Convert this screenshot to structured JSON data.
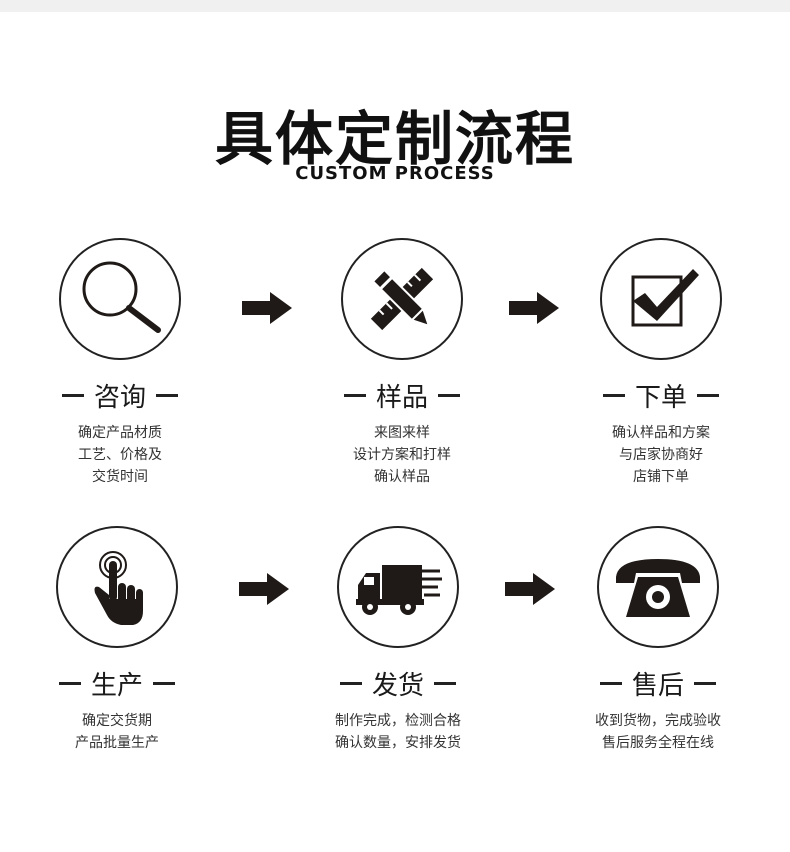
{
  "title": "具体定制流程",
  "subtitle": "CUSTOM PROCESS",
  "steps": [
    {
      "name": "咨询",
      "icon": "magnifier-icon",
      "lines": [
        "确定产品材质",
        "工艺、价格及",
        "交货时间"
      ]
    },
    {
      "name": "样品",
      "icon": "pencil-ruler-icon",
      "lines": [
        "来图来样",
        "设计方案和打样",
        "确认样品"
      ]
    },
    {
      "name": "下单",
      "icon": "checkbox-icon",
      "lines": [
        "确认样品和方案",
        "与店家协商好",
        "店铺下单"
      ]
    },
    {
      "name": "生产",
      "icon": "hand-tap-icon",
      "lines": [
        "确定交货期",
        "产品批量生产"
      ]
    },
    {
      "name": "发货",
      "icon": "delivery-truck-icon",
      "lines": [
        "制作完成，检测合格",
        "确认数量，安排发货"
      ]
    },
    {
      "name": "售后",
      "icon": "telephone-icon",
      "lines": [
        "收到货物，完成验收",
        "售后服务全程在线"
      ]
    }
  ],
  "colors": {
    "text": "#1a1a1a",
    "icon": "#1f1a17",
    "line": "#222222"
  }
}
